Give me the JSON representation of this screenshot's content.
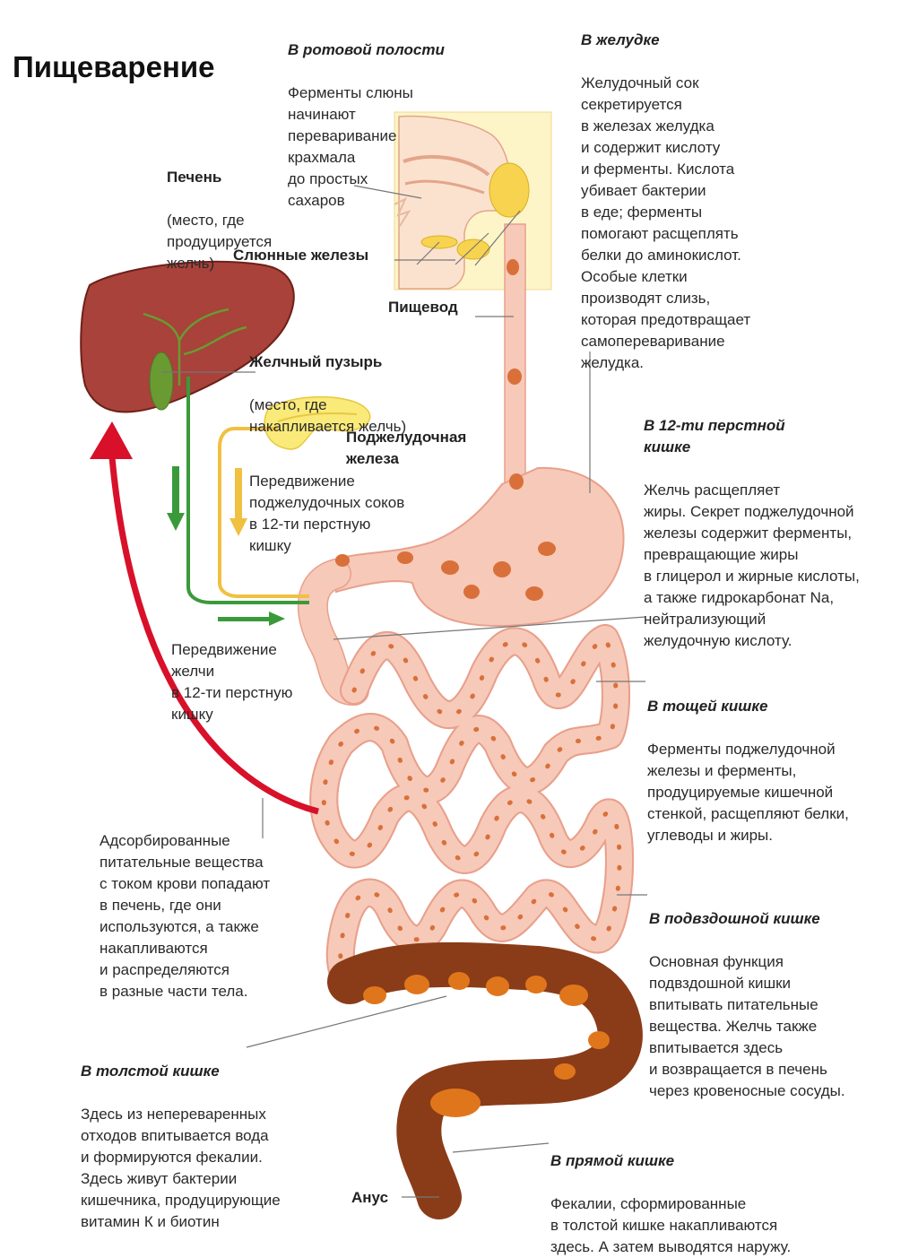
{
  "title": "Пищеварение",
  "labels": {
    "mouth_heading": "В ротовой полости",
    "mouth_text": "Ферменты слюны\nначинают\nпереваривание\nкрахмала\nдо простых\nсахаров",
    "stomach_heading": "В желудке",
    "stomach_text": "Желудочный сок\nсекретируется\nв железах желудка\nи содержит кислоту\nи ферменты. Кислота\nубивает бактерии\nв еде; ферменты\nпомогают расщеплять\nбелки до аминокислот.\nОсобые клетки\nпроизводят слизь,\nкоторая предотвращает\nсамопереваривание\nжелудка.",
    "liver_name": "Печень",
    "liver_text": "(место, где\nпродуцируется\nжелчь)",
    "salivary": "Слюнные железы",
    "esophagus": "Пищевод",
    "gallbladder_name": "Желчный пузырь",
    "gallbladder_text": "(место, где\nнакапливается желчь)",
    "pancreas": "Поджелудочная\nжелеза",
    "pancreatic_juice": "Передвижение\nподжелудочных соков\nв 12-ти перстную\nкишку",
    "duodenum_heading": "В 12-ти перстной\nкишке",
    "duodenum_text": "Желчь расщепляет\nжиры. Секрет поджелудочной\nжелезы содержит ферменты,\nпревращающие жиры\nв глицерол и жирные кислоты,\nа также гидрокарбонат Na,\nнейтрализующий\nжелудочную кислоту.",
    "bile_move": "Передвижение\nжелчи\nв 12-ти перстную\nкишку",
    "jejunum_heading": "В тощей кишке",
    "jejunum_text": "Ферменты поджелудочной\nжелезы и ферменты,\nпродуцируемые кишечной\nстенкой, расщепляют белки,\nуглеводы и жиры.",
    "absorbed": "Адсорбированные\nпитательные вещества\nс током крови попадают\nв печень, где они\nиспользуются, а также\nнакапливаются\nи распределяются\nв разные части тела.",
    "ileum_heading": "В подвздошной кишке",
    "ileum_text": "Основная функция\nподвздошной кишки\nвпитывать питательные\nвещества. Желчь также\nвпитывается здесь\nи возвращается в печень\nчерез кровеносные сосуды.",
    "colon_heading": "В толстой кишке",
    "colon_text": "Здесь из непереваренных\nотходов впитывается вода\nи формируются фекалии.\nЗдесь живут бактерии\nкишечника, продуцирующие\nвитамин К и биотин",
    "rectum_heading": "В прямой кишке",
    "rectum_text": "Фекалии, сформированные\nв толстой кишке накапливаются\nздесь. А затем выводятся наружу.",
    "anus": "Анус"
  },
  "colors": {
    "tract_fill": "#f7c9b8",
    "tract_stroke": "#e8a08c",
    "food_spot": "#d9703a",
    "liver": "#a8423a",
    "gallbladder": "#6a9a32",
    "pancreas": "#f9ea7a",
    "bile_arrow": "#3a9a3a",
    "juice_arrow": "#f0c040",
    "blood_arrow": "#d8102a",
    "colon": "#8a3c18",
    "colon_spot": "#e0761c",
    "head_bg": "#fdf5c8"
  }
}
